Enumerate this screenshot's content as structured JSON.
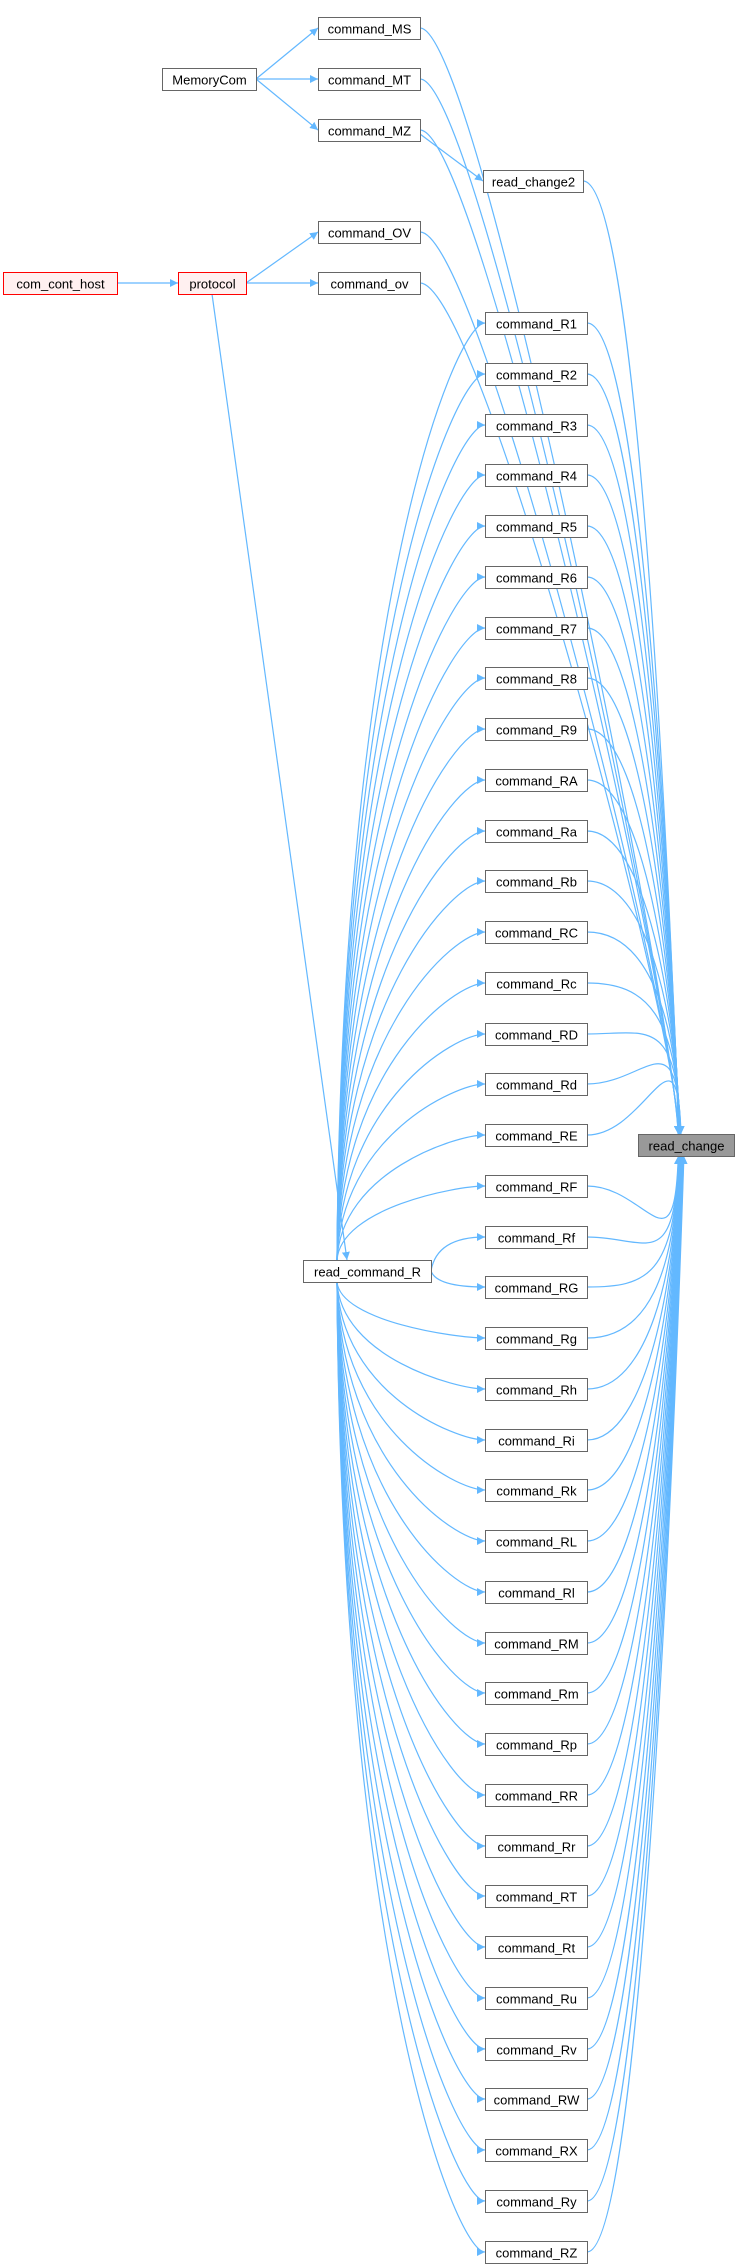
{
  "graph": {
    "title": "",
    "target": "read_change",
    "nodes": [
      {
        "id": "command_MS",
        "label": "command_MS",
        "style": "normal"
      },
      {
        "id": "MemoryCom",
        "label": "MemoryCom",
        "style": "normal"
      },
      {
        "id": "command_MT",
        "label": "command_MT",
        "style": "normal"
      },
      {
        "id": "command_MZ",
        "label": "command_MZ",
        "style": "normal"
      },
      {
        "id": "read_change2",
        "label": "read_change2",
        "style": "normal"
      },
      {
        "id": "command_OV",
        "label": "command_OV",
        "style": "normal"
      },
      {
        "id": "com_cont_host",
        "label": "com_cont_host",
        "style": "red"
      },
      {
        "id": "protocol",
        "label": "protocol",
        "style": "red"
      },
      {
        "id": "command_ov",
        "label": "command_ov",
        "style": "normal"
      },
      {
        "id": "read_command_R",
        "label": "read_command_R",
        "style": "normal"
      },
      {
        "id": "read_change",
        "label": "read_change",
        "style": "current"
      },
      {
        "id": "command_R1",
        "label": "command_R1",
        "style": "normal"
      },
      {
        "id": "command_R2",
        "label": "command_R2",
        "style": "normal"
      },
      {
        "id": "command_R3",
        "label": "command_R3",
        "style": "normal"
      },
      {
        "id": "command_R4",
        "label": "command_R4",
        "style": "normal"
      },
      {
        "id": "command_R5",
        "label": "command_R5",
        "style": "normal"
      },
      {
        "id": "command_R6",
        "label": "command_R6",
        "style": "normal"
      },
      {
        "id": "command_R7",
        "label": "command_R7",
        "style": "normal"
      },
      {
        "id": "command_R8",
        "label": "command_R8",
        "style": "normal"
      },
      {
        "id": "command_R9",
        "label": "command_R9",
        "style": "normal"
      },
      {
        "id": "command_RA",
        "label": "command_RA",
        "style": "normal"
      },
      {
        "id": "command_Ra",
        "label": "command_Ra",
        "style": "normal"
      },
      {
        "id": "command_Rb",
        "label": "command_Rb",
        "style": "normal"
      },
      {
        "id": "command_RC",
        "label": "command_RC",
        "style": "normal"
      },
      {
        "id": "command_Rc",
        "label": "command_Rc",
        "style": "normal"
      },
      {
        "id": "command_RD",
        "label": "command_RD",
        "style": "normal"
      },
      {
        "id": "command_Rd",
        "label": "command_Rd",
        "style": "normal"
      },
      {
        "id": "command_RE",
        "label": "command_RE",
        "style": "normal"
      },
      {
        "id": "command_RF",
        "label": "command_RF",
        "style": "normal"
      },
      {
        "id": "command_Rf",
        "label": "command_Rf",
        "style": "normal"
      },
      {
        "id": "command_RG",
        "label": "command_RG",
        "style": "normal"
      },
      {
        "id": "command_Rg",
        "label": "command_Rg",
        "style": "normal"
      },
      {
        "id": "command_Rh",
        "label": "command_Rh",
        "style": "normal"
      },
      {
        "id": "command_Ri",
        "label": "command_Ri",
        "style": "normal"
      },
      {
        "id": "command_Rk",
        "label": "command_Rk",
        "style": "normal"
      },
      {
        "id": "command_RL",
        "label": "command_RL",
        "style": "normal"
      },
      {
        "id": "command_Rl",
        "label": "command_Rl",
        "style": "normal"
      },
      {
        "id": "command_RM",
        "label": "command_RM",
        "style": "normal"
      },
      {
        "id": "command_Rm",
        "label": "command_Rm",
        "style": "normal"
      },
      {
        "id": "command_Rp",
        "label": "command_Rp",
        "style": "normal"
      },
      {
        "id": "command_RR",
        "label": "command_RR",
        "style": "normal"
      },
      {
        "id": "command_Rr",
        "label": "command_Rr",
        "style": "normal"
      },
      {
        "id": "command_RT",
        "label": "command_RT",
        "style": "normal"
      },
      {
        "id": "command_Rt",
        "label": "command_Rt",
        "style": "normal"
      },
      {
        "id": "command_Ru",
        "label": "command_Ru",
        "style": "normal"
      },
      {
        "id": "command_Rv",
        "label": "command_Rv",
        "style": "normal"
      },
      {
        "id": "command_RW",
        "label": "command_RW",
        "style": "normal"
      },
      {
        "id": "command_RX",
        "label": "command_RX",
        "style": "normal"
      },
      {
        "id": "command_Ry",
        "label": "command_Ry",
        "style": "normal"
      },
      {
        "id": "command_RZ",
        "label": "command_RZ",
        "style": "normal"
      }
    ],
    "edges": [
      [
        "MemoryCom",
        "command_MS"
      ],
      [
        "MemoryCom",
        "command_MT"
      ],
      [
        "MemoryCom",
        "command_MZ"
      ],
      [
        "command_MZ",
        "read_change2"
      ],
      [
        "com_cont_host",
        "protocol"
      ],
      [
        "protocol",
        "command_OV"
      ],
      [
        "protocol",
        "command_ov"
      ],
      [
        "protocol",
        "read_command_R"
      ],
      [
        "command_MS",
        "read_change"
      ],
      [
        "command_MT",
        "read_change"
      ],
      [
        "command_MZ",
        "read_change"
      ],
      [
        "read_change2",
        "read_change"
      ],
      [
        "command_OV",
        "read_change"
      ],
      [
        "command_ov",
        "read_change"
      ],
      [
        "read_command_R",
        "command_R1"
      ],
      [
        "read_command_R",
        "command_R2"
      ],
      [
        "read_command_R",
        "command_R3"
      ],
      [
        "read_command_R",
        "command_R4"
      ],
      [
        "read_command_R",
        "command_R5"
      ],
      [
        "read_command_R",
        "command_R6"
      ],
      [
        "read_command_R",
        "command_R7"
      ],
      [
        "read_command_R",
        "command_R8"
      ],
      [
        "read_command_R",
        "command_R9"
      ],
      [
        "read_command_R",
        "command_RA"
      ],
      [
        "read_command_R",
        "command_Ra"
      ],
      [
        "read_command_R",
        "command_Rb"
      ],
      [
        "read_command_R",
        "command_RC"
      ],
      [
        "read_command_R",
        "command_Rc"
      ],
      [
        "read_command_R",
        "command_RD"
      ],
      [
        "read_command_R",
        "command_Rd"
      ],
      [
        "read_command_R",
        "command_RE"
      ],
      [
        "read_command_R",
        "command_RF"
      ],
      [
        "read_command_R",
        "command_Rf"
      ],
      [
        "read_command_R",
        "command_RG"
      ],
      [
        "read_command_R",
        "command_Rg"
      ],
      [
        "read_command_R",
        "command_Rh"
      ],
      [
        "read_command_R",
        "command_Ri"
      ],
      [
        "read_command_R",
        "command_Rk"
      ],
      [
        "read_command_R",
        "command_RL"
      ],
      [
        "read_command_R",
        "command_Rl"
      ],
      [
        "read_command_R",
        "command_RM"
      ],
      [
        "read_command_R",
        "command_Rm"
      ],
      [
        "read_command_R",
        "command_Rp"
      ],
      [
        "read_command_R",
        "command_RR"
      ],
      [
        "read_command_R",
        "command_Rr"
      ],
      [
        "read_command_R",
        "command_RT"
      ],
      [
        "read_command_R",
        "command_Rt"
      ],
      [
        "read_command_R",
        "command_Ru"
      ],
      [
        "read_command_R",
        "command_Rv"
      ],
      [
        "read_command_R",
        "command_RW"
      ],
      [
        "read_command_R",
        "command_RX"
      ],
      [
        "read_command_R",
        "command_Ry"
      ],
      [
        "read_command_R",
        "command_RZ"
      ],
      [
        "command_R1",
        "read_change"
      ],
      [
        "command_R2",
        "read_change"
      ],
      [
        "command_R3",
        "read_change"
      ],
      [
        "command_R4",
        "read_change"
      ],
      [
        "command_R5",
        "read_change"
      ],
      [
        "command_R6",
        "read_change"
      ],
      [
        "command_R7",
        "read_change"
      ],
      [
        "command_R8",
        "read_change"
      ],
      [
        "command_R9",
        "read_change"
      ],
      [
        "command_RA",
        "read_change"
      ],
      [
        "command_Ra",
        "read_change"
      ],
      [
        "command_Rb",
        "read_change"
      ],
      [
        "command_RC",
        "read_change"
      ],
      [
        "command_Rc",
        "read_change"
      ],
      [
        "command_RD",
        "read_change"
      ],
      [
        "command_Rd",
        "read_change"
      ],
      [
        "command_RE",
        "read_change"
      ],
      [
        "command_RF",
        "read_change"
      ],
      [
        "command_Rf",
        "read_change"
      ],
      [
        "command_RG",
        "read_change"
      ],
      [
        "command_Rg",
        "read_change"
      ],
      [
        "command_Rh",
        "read_change"
      ],
      [
        "command_Ri",
        "read_change"
      ],
      [
        "command_Rk",
        "read_change"
      ],
      [
        "command_RL",
        "read_change"
      ],
      [
        "command_Rl",
        "read_change"
      ],
      [
        "command_RM",
        "read_change"
      ],
      [
        "command_Rm",
        "read_change"
      ],
      [
        "command_Rp",
        "read_change"
      ],
      [
        "command_RR",
        "read_change"
      ],
      [
        "command_Rr",
        "read_change"
      ],
      [
        "command_RT",
        "read_change"
      ],
      [
        "command_Rt",
        "read_change"
      ],
      [
        "command_Ru",
        "read_change"
      ],
      [
        "command_Rv",
        "read_change"
      ],
      [
        "command_RW",
        "read_change"
      ],
      [
        "command_RX",
        "read_change"
      ],
      [
        "command_Ry",
        "read_change"
      ],
      [
        "command_RZ",
        "read_change"
      ]
    ],
    "colors": {
      "edge": "#63b8ff",
      "node_border": "#666666",
      "caller_border": "#ff0000",
      "current_fill": "#999999"
    }
  }
}
